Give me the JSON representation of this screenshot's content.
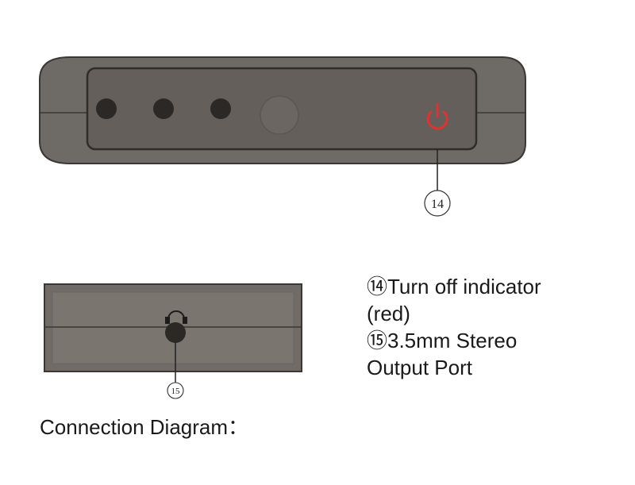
{
  "callouts": {
    "power": "⑭",
    "audio": "⑮"
  },
  "legend": {
    "item14_line1": "⑭Turn off indicator",
    "item14_line2": "(red)",
    "item15_line1": "⑮3.5mm Stereo",
    "item15_line2": "Output Port"
  },
  "caption": "Connection Diagram：",
  "icons": {
    "top_device": [
      "port-hole-icon",
      "port-hole-icon",
      "port-hole-icon",
      "round-button-icon",
      "power-icon"
    ],
    "side_device": [
      "headphone-icon"
    ]
  },
  "colors": {
    "device_body": "#6e6a65",
    "device_panel": "#5f5b56",
    "device_outline": "#3a3835",
    "power_indicator": "#e0322f"
  }
}
